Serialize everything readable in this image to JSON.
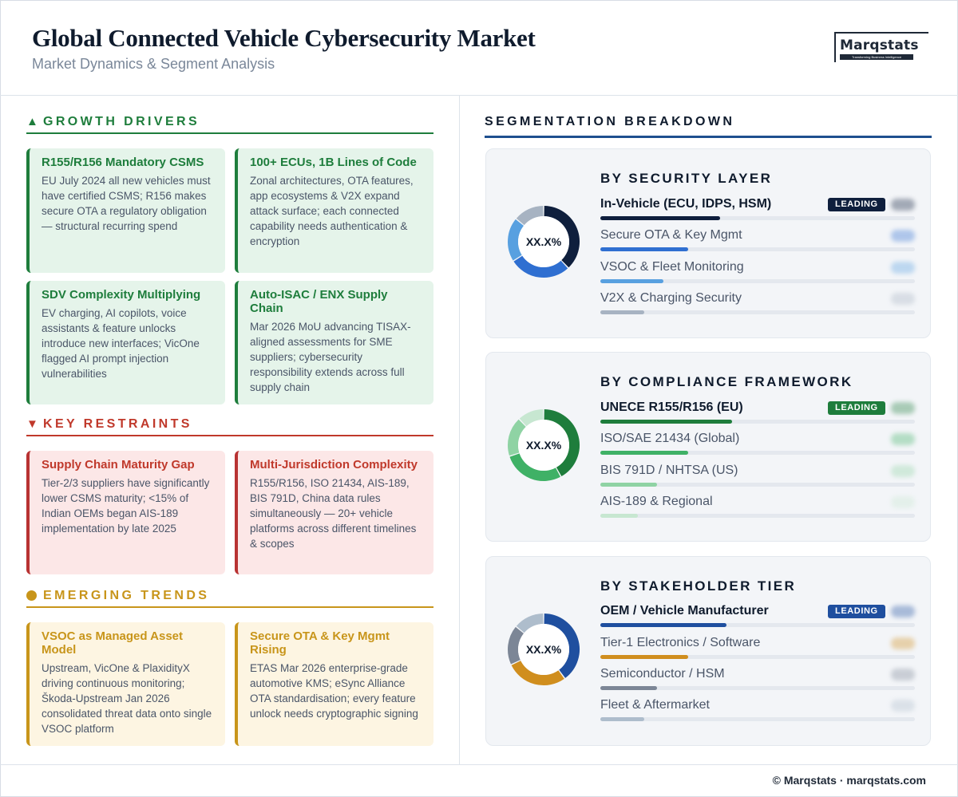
{
  "header": {
    "title": "Global Connected Vehicle Cybersecurity Market",
    "subtitle": "Market Dynamics & Segment Analysis",
    "logo_name": "Marqstats",
    "logo_tagline": "Transforming Business Intelligence"
  },
  "growth": {
    "heading": "GROWTH DRIVERS",
    "glyph": "▲",
    "color": "#1e7d3c",
    "cards": [
      {
        "title": "R155/R156 Mandatory CSMS",
        "body": "EU July 2024 all new vehicles must have certified CSMS; R156 makes secure OTA a regulatory obligation — structural recurring spend"
      },
      {
        "title": "100+ ECUs, 1B Lines of Code",
        "body": "Zonal architectures, OTA features, app ecosystems & V2X expand attack surface; each connected capability needs authentication & encryption"
      },
      {
        "title": "SDV Complexity Multiplying",
        "body": "EV charging, AI copilots, voice assistants & feature unlocks introduce new interfaces; VicOne flagged AI prompt injection vulnerabilities"
      },
      {
        "title": "Auto-ISAC / ENX Supply Chain",
        "body": "Mar 2026 MoU advancing TISAX-aligned assessments for SME suppliers; cybersecurity responsibility extends across full supply chain"
      }
    ]
  },
  "restraints": {
    "heading": "KEY RESTRAINTS",
    "glyph": "▼",
    "color": "#c0392b",
    "cards": [
      {
        "title": "Supply Chain Maturity Gap",
        "body": "Tier-2/3 suppliers have significantly lower CSMS maturity; <15% of Indian OEMs began AIS-189 implementation by late 2025"
      },
      {
        "title": "Multi-Jurisdiction Complexity",
        "body": "R155/R156, ISO 21434, AIS-189, BIS 791D, China data rules simultaneously — 20+ vehicle platforms across different timelines & scopes"
      }
    ]
  },
  "trends": {
    "heading": "EMERGING TRENDS",
    "color": "#c8951a",
    "cards": [
      {
        "title": "VSOC as Managed Asset Model",
        "body": "Upstream, VicOne & PlaxidityX driving continuous monitoring; Škoda-Upstream Jan 2026 consolidated threat data onto single VSOC platform"
      },
      {
        "title": "Secure OTA & Key Mgmt Rising",
        "body": "ETAS Mar 2026 enterprise-grade automotive KMS; eSync Alliance OTA standardisation; every feature unlock needs cryptographic signing"
      }
    ]
  },
  "segmentation": {
    "heading": "SEGMENTATION BREAKDOWN",
    "panels": [
      {
        "title": "BY SECURITY LAYER",
        "center": "XX.X%",
        "badge": "LEADING",
        "badge_color": "#0f1f3d",
        "segments": [
          {
            "label": "In-Vehicle (ECU, IDPS, HSM)",
            "share": 0.38,
            "color": "#0f1f3d"
          },
          {
            "label": "Secure OTA & Key Mgmt",
            "share": 0.28,
            "color": "#2f6fd1"
          },
          {
            "label": "VSOC & Fleet Monitoring",
            "share": 0.2,
            "color": "#58a0e0"
          },
          {
            "label": "V2X & Charging Security",
            "share": 0.14,
            "color": "#a7b3c2"
          }
        ]
      },
      {
        "title": "BY COMPLIANCE FRAMEWORK",
        "center": "XX.X%",
        "badge": "LEADING",
        "badge_color": "#1e7d3c",
        "segments": [
          {
            "label": "UNECE R155/R156 (EU)",
            "share": 0.42,
            "color": "#1e7d3c"
          },
          {
            "label": "ISO/SAE 21434 (Global)",
            "share": 0.28,
            "color": "#3fb166"
          },
          {
            "label": "BIS 791D / NHTSA (US)",
            "share": 0.18,
            "color": "#8fd3a4"
          },
          {
            "label": "AIS-189 & Regional",
            "share": 0.12,
            "color": "#c7e7d1"
          }
        ]
      },
      {
        "title": "BY STAKEHOLDER TIER",
        "center": "XX.X%",
        "badge": "LEADING",
        "badge_color": "#1f4f9f",
        "segments": [
          {
            "label": "OEM / Vehicle Manufacturer",
            "share": 0.4,
            "color": "#1f4f9f"
          },
          {
            "label": "Tier-1 Electronics / Software",
            "share": 0.28,
            "color": "#d08e1e"
          },
          {
            "label": "Semiconductor / HSM",
            "share": 0.18,
            "color": "#7c8696"
          },
          {
            "label": "Fleet & Aftermarket",
            "share": 0.14,
            "color": "#aebdcc"
          }
        ]
      }
    ]
  },
  "footer": {
    "text": "© Marqstats · marqstats.com"
  }
}
